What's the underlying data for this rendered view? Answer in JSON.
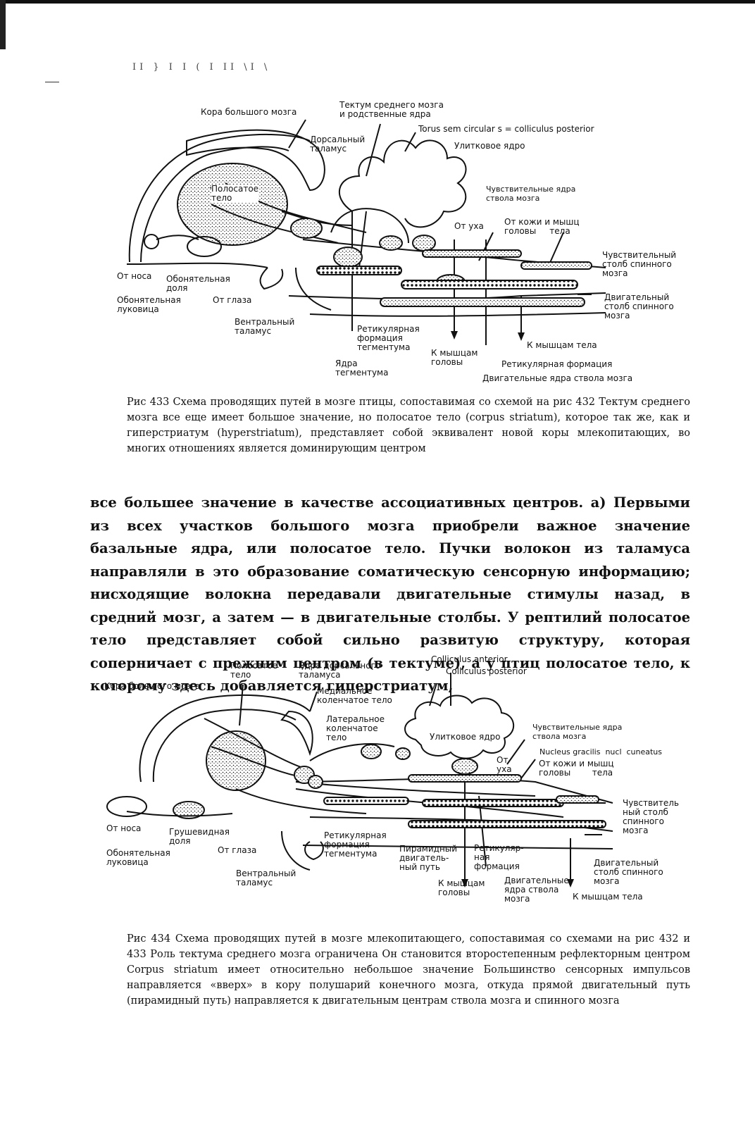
{
  "running_head": "ІІ } І  І ( І  ІІ \\І \\",
  "figure_433": {
    "labels": {
      "cortex": "Кора большого мозга",
      "tectum": "Тектум среднего мозга\nи родственные ядра",
      "torus": "Torus sem circular s = colliculus posterior",
      "dorsal_thalamus": "Дорсальный\nталамус",
      "cochlear": "Улитковое ядро",
      "striatum": "Полосатое\nтело",
      "sensory_nuclei": "Чувствительные ядра\nствола мозга",
      "from_ear": "От уха",
      "from_skin": "От кожи и мышц\nголовы     тела",
      "sensory_column": "Чувствительный\nстолб спинного\nмозга",
      "from_nose": "От носа",
      "olfactory_lobe": "Обонятельная\nдоля",
      "olfactory_bulb": "Обонятельная\nлуковица",
      "from_eye": "От глаза",
      "motor_column": "Двигательный\nстолб спинного\nмозга",
      "ventral_thalamus": "Вентральный\nталамус",
      "reticular_tegmentum": "Ретикулярная\nформация\nтегментума",
      "to_head_muscles": "К мышцам\nголовы",
      "to_body_muscles": "К мышцам тела",
      "tegmentum_nuclei": "Ядра\nтегментума",
      "reticular": "Ретикулярная формация",
      "motor_nuclei": "Двигательные ядра ствола мозга"
    },
    "caption_number": "Рис  433",
    "caption_text": " Схема проводящих путей в мозге птицы, сопоставимая со схемой на рис  432 Тектум среднего мозга все еще имеет большое значение, но полосатое тело (corpus striatum), которое так же, как и гиперстриатум (hyperstriatum), представляет собой эквивалент новой коры млекопитающих, во многих отношениях является доминирующим центром"
  },
  "body_paragraph": "все большее значение в качестве ассоциативных центров. а) Первыми из всех участков большого мозга приобрели важное значение базальные ядра, или полосатое тело. Пучки волокон из таламуса направляли в это образование соматическую сенсорную информацию; нисходящие волокна передавали двигательные стимулы назад, в средний мозг, а затем — в двигательные столбы. У рептилий полосатое тело представляет собой сильно развитую структуру, которая соперничает с прежним центром (в тектуме), а у птиц полосатое тело, к которому здесь добавляется гиперстриатум,",
  "figure_434": {
    "labels": {
      "colliculus_anterior": "Colliculus anterior",
      "colliculus_posterior": "Colliculus posterior",
      "striatum": "Полосатое\nтело",
      "dorsal_thalamus_nuclei": "Ядра дорсального\nталамуса",
      "cortex": "Кора большого мозга",
      "medial_geniculate": "Медиальное\nколенчатое тело",
      "lateral_geniculate": "Латеральное\nколенчатое\nтело",
      "cochlear": "Улитковое ядро",
      "sensory_nuclei": "Чувствительные ядра\nствола мозга",
      "gracilis": "Nucleus gracilis  nucl  cuneatus",
      "from_ear": "От\nуха",
      "from_skin": "От кожи и мышц\nголовы        тела",
      "sensory_column": "Чувствитель\nный столб\nспинного\nмозга",
      "from_nose": "От носа",
      "piriform": "Грушевидная\nдоля",
      "olfactory_bulb": "Обонятельная\nлуковица",
      "from_eye": "От глаза",
      "reticular_tegmentum": "Ретикулярная\nформация\nтегментума",
      "pyramidal": "Пирамидный\nдвигатель-\nный путь",
      "reticular": "Ретикуляр-\nная\nформация",
      "motor_column": "Двигательный\nстолб спинного\nмозга",
      "ventral_thalamus": "Вентральный\nталамус",
      "to_head_muscles": "К мышцам\nголовы",
      "motor_nuclei": "Двигательные\nядра ствола\nмозга",
      "to_body_muscles": "К мышцам тела"
    },
    "caption_number": "Рис  434",
    "caption_text": " Схема проводящих путей в мозге млекопитающего, сопоставимая со схемами на рис  432 и 433  Роль тектума среднего мозга ограничена  Он становится второстепенным рефлекторным центром  Corpus striatum имеет относительно небольшое значение  Большинство сенсорных импульсов направляется «вверх» в кору полушарий конечного мозга, откуда прямой двигательный путь (пирамидный путь) направляется к двигательным центрам ствола мозга и спинного мозга"
  }
}
